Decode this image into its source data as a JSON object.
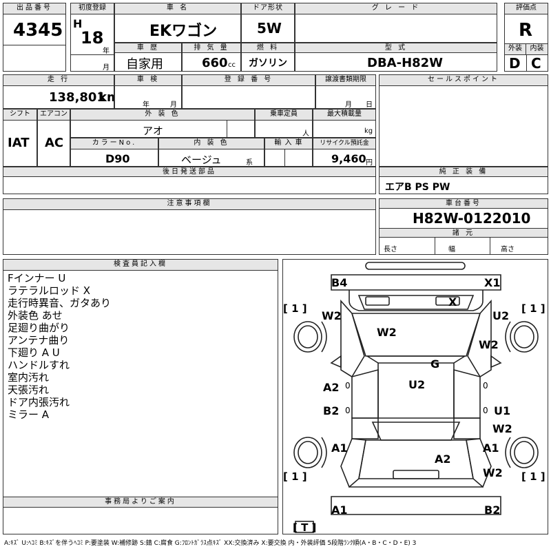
{
  "header": {
    "lot_number_label": "出品番号",
    "lot_number": "4345",
    "first_reg_label": "初度登録",
    "era": "H",
    "year": "18",
    "year_unit": "年",
    "month_unit": "月",
    "car_name_label": "車 名",
    "car_name": "EKワゴン",
    "door_label": "ドア形状",
    "door": "5W",
    "grade_label": "グ レ ー ド",
    "grade": "",
    "score_label": "評価点",
    "score": "R",
    "history_label": "車 歴",
    "history": "自家用",
    "displacement_label": "排 気 量",
    "displacement": "660",
    "displacement_unit": "cc",
    "fuel_label": "燃 料",
    "fuel": "ガソリン",
    "model_label": "型 式",
    "model": "DBA-H82W",
    "exterior_label": "外装",
    "exterior": "D",
    "interior_label": "内装",
    "interior": "C"
  },
  "details": {
    "mileage_label": "走 行",
    "mileage": "138,801",
    "mileage_unit": "km",
    "inspection_label": "車 検",
    "inspection_year_unit": "年",
    "inspection_month_unit": "月",
    "registration_label": "登 録 番 号",
    "transfer_label": "譲渡書類期限",
    "transfer_month_unit": "月",
    "transfer_day_unit": "日",
    "shift_label": "シフト",
    "shift": "IAT",
    "aircon_label": "エアコン",
    "aircon": "AC",
    "ext_color_label": "外 装 色",
    "ext_color": "アオ",
    "capacity_label": "乗車定員",
    "capacity_unit": "人",
    "max_load_label": "最大積載量",
    "max_load_unit": "kg",
    "color_no_label": "カラーNo.",
    "color_no": "D90",
    "int_color_label": "内 装 色",
    "int_color": "ベージュ",
    "int_color_unit": "系",
    "import_label": "輸 入 車",
    "recycle_label": "リサイクル預託金",
    "recycle": "9,460",
    "recycle_unit": "円",
    "later_parts_label": "後日発送部品",
    "sales_point_label": "セールスポイント",
    "equipment_label": "純 正 装 備",
    "equipment": "エアB PS PW",
    "caution_label": "注意事項欄",
    "chassis_label": "車台番号",
    "chassis": "H82W-0122010",
    "dims_label": "諸 元",
    "length_label": "長さ",
    "width_label": "幅",
    "height_label": "高さ"
  },
  "inspector": {
    "label": "検査員記入欄",
    "notes": [
      "Fインナー U",
      "ラテラルロッド X",
      "走行時異音、ガタあり",
      "外装色 あせ",
      "足廻り曲がり",
      "アンテナ曲り",
      "下廻り A U",
      "ハンドルすれ",
      "室内汚れ",
      "天張汚れ",
      "ドア内張汚れ",
      "ミラー A"
    ],
    "office_label": "事務局よりご案内"
  },
  "diagram": {
    "b4": "B4",
    "x1_top": "X1",
    "x_glass": "X",
    "w2_left_front": "W2",
    "w2_hood": "W2",
    "u2_right_front": "U2",
    "w2_right_front": "W2",
    "g_glass": "G",
    "a2_left_door": "A2",
    "u2_roof": "U2",
    "b2_left_rear_door": "B2",
    "u1_right": "U1",
    "w2_right_mid": "W2",
    "a1_left_rear": "A1",
    "a1_right_rear": "A1",
    "a2_trunk": "A2",
    "w2_right_rear": "W2",
    "a1_bottom": "A1",
    "b2_bottom": "B2",
    "zero_left_front_door": "0",
    "zero_right_front_door": "0",
    "zero_left_rear_door": "0",
    "zero_right_rear_door": "0",
    "tire_lf": "1",
    "tire_rf": "1",
    "tire_lr": "1",
    "tire_rr": "1",
    "spare": "T"
  },
  "footer": "A:ｷｽﾞ U:ﾍｺﾐ B:ｷｽﾞを伴うﾍｺﾐ P:要塗装 W:補修跡 S:錆 C:腐食 G:ﾌﾛﾝﾄｶﾞﾗｽ点ｷｽﾞ XX:交換済み X:要交換 内・外装評価 5段階ﾗﾝｸ順(A・B・C・D・E) 3"
}
